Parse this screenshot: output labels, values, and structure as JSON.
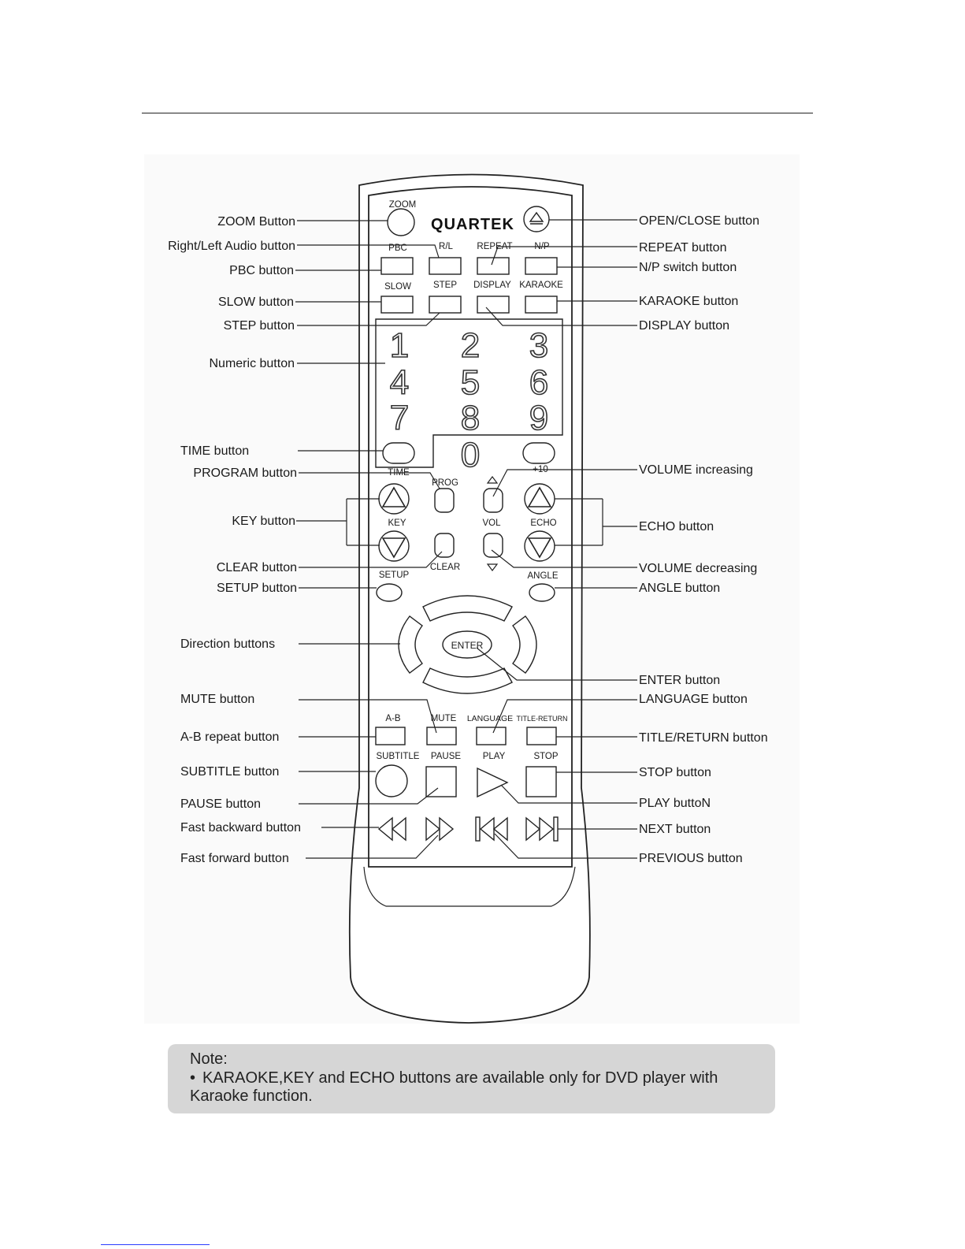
{
  "brand_logo": "QUARTEK",
  "button_labels": {
    "zoom": "ZOOM",
    "rl": "R/L",
    "repeat": "REPEAT",
    "np": "N/P",
    "pbc": "PBC",
    "slow": "SLOW",
    "step": "STEP",
    "display": "DISPLAY",
    "karaoke": "KARAOKE",
    "n1": "1",
    "n2": "2",
    "n3": "3",
    "n4": "4",
    "n5": "5",
    "n6": "6",
    "n7": "7",
    "n8": "8",
    "n9": "9",
    "n0": "0",
    "n10": "+10",
    "time": "TIME",
    "prog": "PROG",
    "key": "KEY",
    "vol": "VOL",
    "echo": "ECHO",
    "clear": "CLEAR",
    "setup": "SETUP",
    "angle": "ANGLE",
    "enter": "ENTER",
    "ab": "A-B",
    "mute": "MUTE",
    "language": "LANGUAGE",
    "title_return": "TITLE-RETURN",
    "subtitle": "SUBTITLE",
    "pause": "PAUSE",
    "play": "PLAY",
    "stop": "STOP"
  },
  "callouts_left": {
    "zoom": "ZOOM Button",
    "rl": "Right/Left Audio button",
    "pbc": "PBC button",
    "slow": "SLOW button",
    "step": "STEP button",
    "numeric": "Numeric button",
    "time": "TIME button",
    "program": "PROGRAM button",
    "key": "KEY button",
    "clear": "CLEAR button",
    "setup": "SETUP button",
    "direction": "Direction buttons",
    "mute": "MUTE button",
    "ab": "A-B repeat button",
    "subtitle": "SUBTITLE button",
    "pause": "PAUSE button",
    "fast_back": "Fast backward button",
    "fast_fwd": "Fast forward button"
  },
  "callouts_right": {
    "open_close": "OPEN/CLOSE button",
    "repeat": "REPEAT button",
    "np": "N/P switch button",
    "karaoke": "KARAOKE button",
    "display": "DISPLAY button",
    "vol_up": "VOLUME increasing",
    "echo": "ECHO button",
    "vol_down": "VOLUME decreasing",
    "angle": "ANGLE button",
    "enter": "ENTER button",
    "language": "LANGUAGE button",
    "title_return": "TITLE/RETURN button",
    "stop": "STOP button",
    "play": "PLAY buttoN",
    "next": "NEXT button",
    "previous": "PREVIOUS button"
  },
  "note": {
    "title": "Note:",
    "bullet": "•",
    "text": "KARAOKE,KEY and ECHO buttons are available only for DVD player with Karaoke function."
  }
}
